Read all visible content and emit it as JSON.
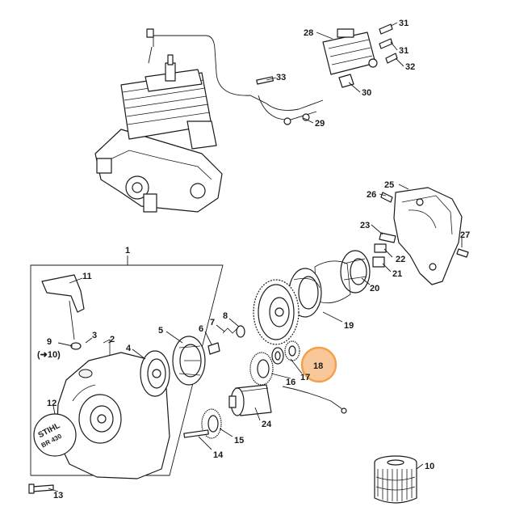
{
  "callouts": {
    "c1": "1",
    "c2": "2",
    "c3": "3",
    "c4": "4",
    "c5": "5",
    "c6": "6",
    "c7": "7",
    "c8": "8",
    "c9": "9",
    "c9ref": "(➜10)",
    "c10": "10",
    "c11": "11",
    "c12": "12",
    "c13": "13",
    "c14": "14",
    "c15": "15",
    "c16": "16",
    "c17": "17",
    "c18": "18",
    "c19": "19",
    "c20": "20",
    "c21": "21",
    "c22": "22",
    "c23": "23",
    "c24": "24",
    "c25": "25",
    "c26": "26",
    "c27": "27",
    "c28": "28",
    "c29": "29",
    "c30": "30",
    "c31a": "31",
    "c31b": "31",
    "c32": "32",
    "c33": "33"
  },
  "logo": {
    "brand": "STIHL",
    "model": "BR 430"
  },
  "colors": {
    "highlight": "#f5a04a",
    "highlight_fill": "#f9c89a",
    "line": "#1a1a1a"
  }
}
